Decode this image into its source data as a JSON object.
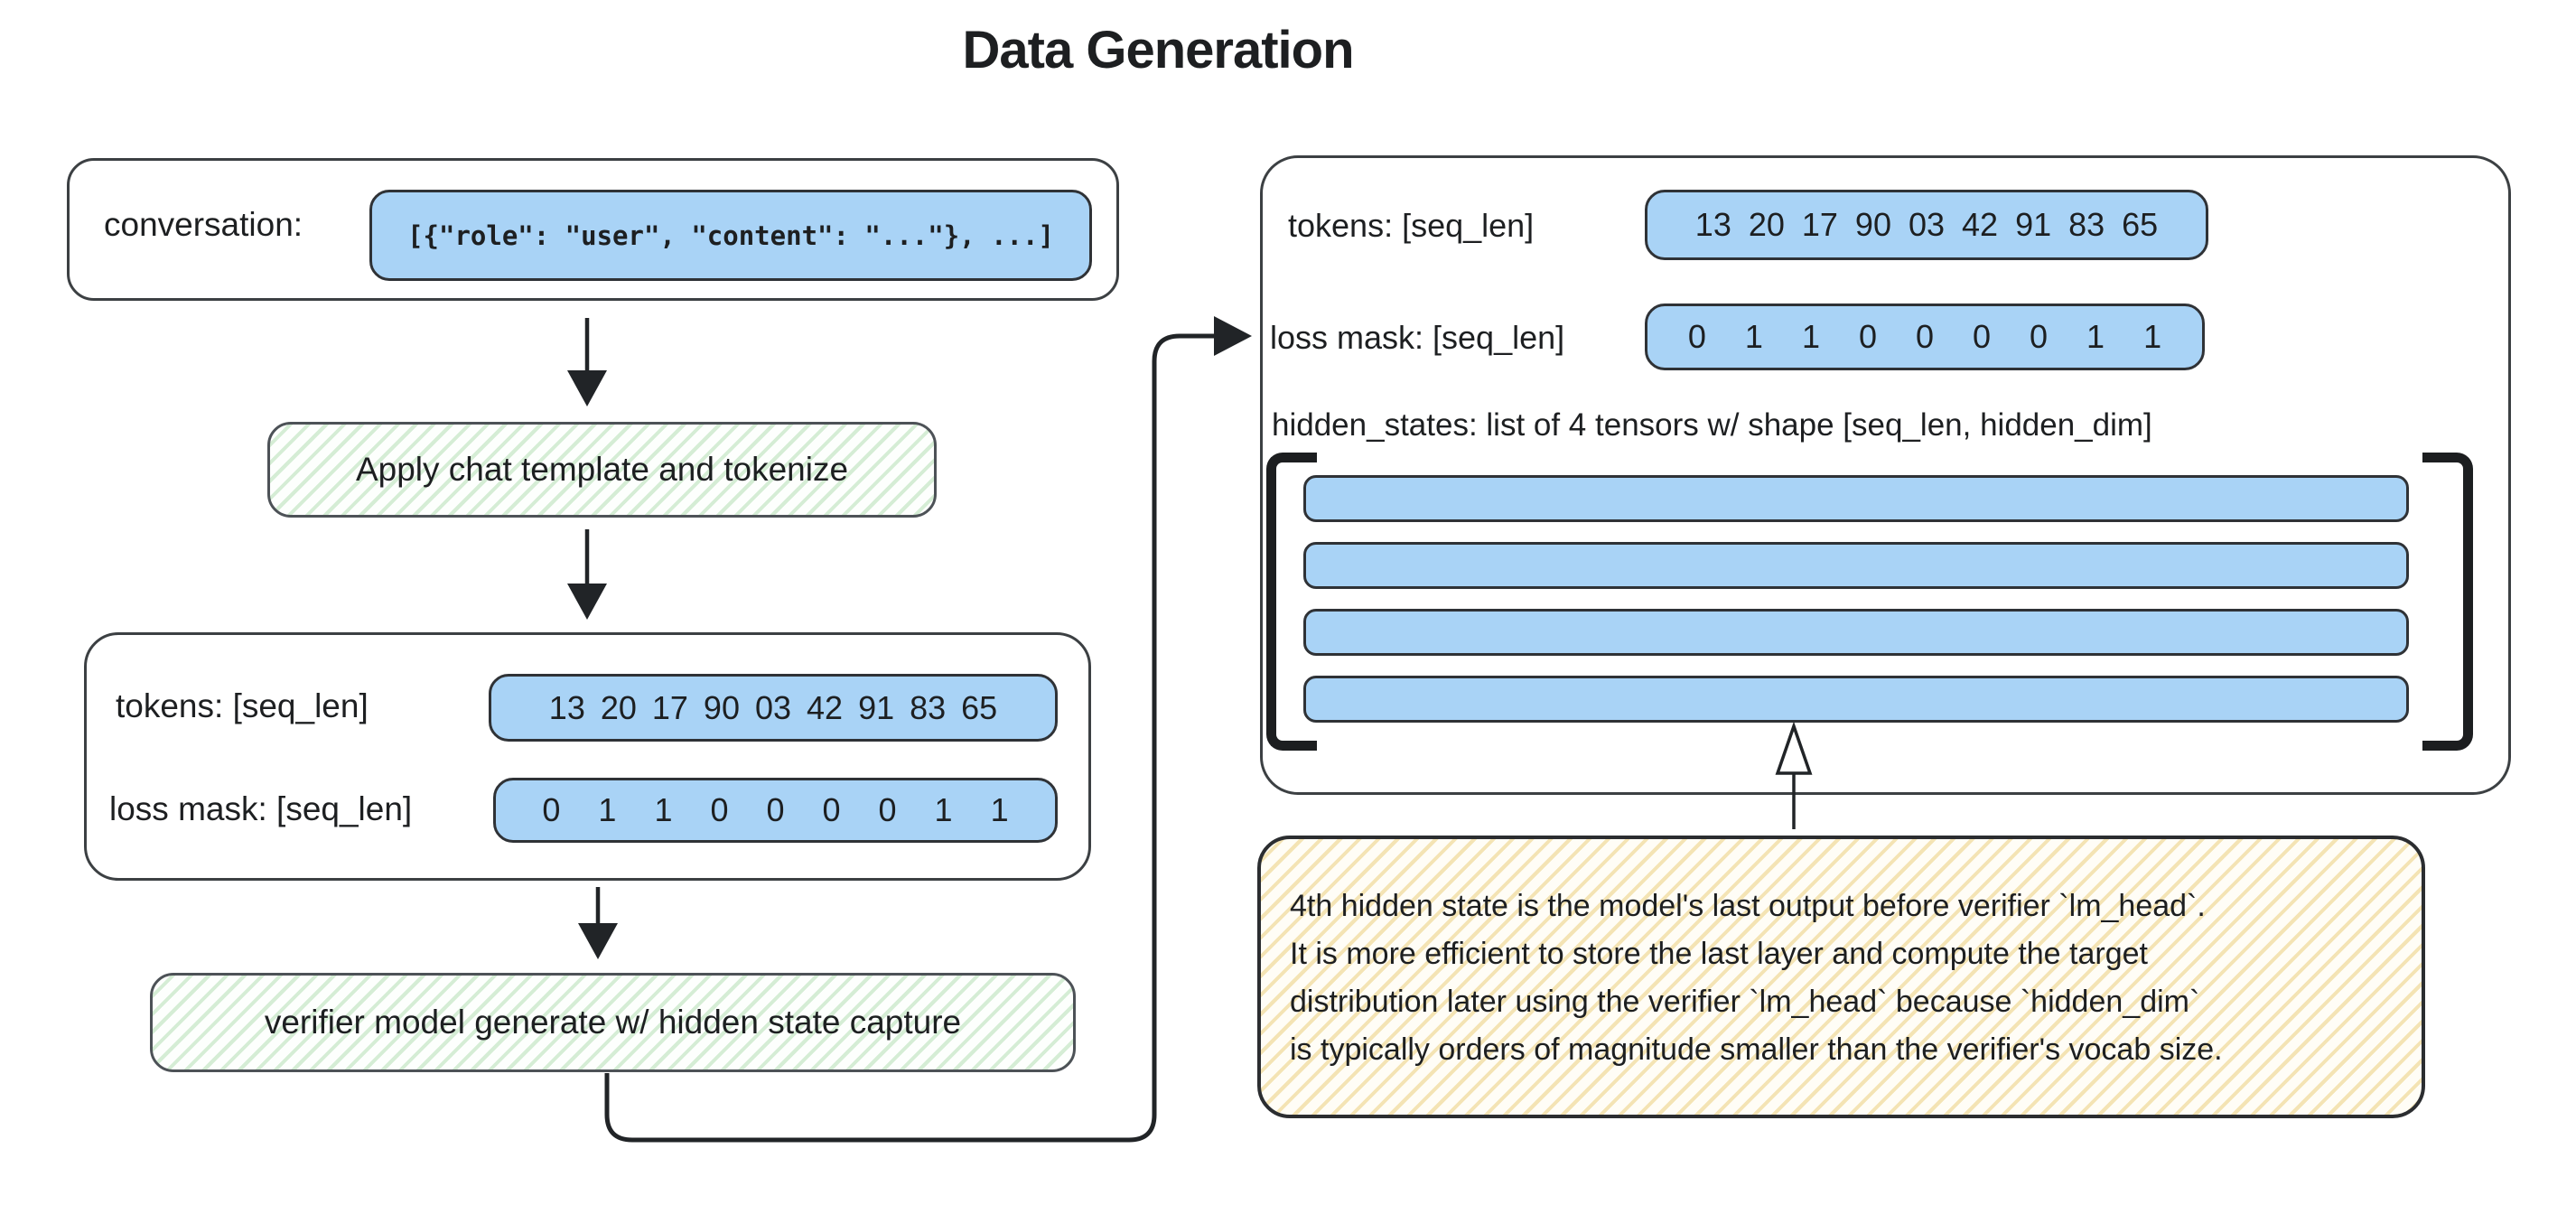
{
  "title": "Data Generation",
  "colors": {
    "blue-fill": "#a9d3f6",
    "ink": "#1d1f21",
    "stroke": "#2f3236",
    "box-border": "#3c4043",
    "green-stripe": "rgba(110,190,110,0.28)",
    "yellow-stripe": "rgba(228,192,88,0.42)"
  },
  "left": {
    "conversation_label": "conversation:",
    "conversation_value": "[{\"role\": \"user\", \"content\": \"...\"}, ...]",
    "step1_label": "Apply chat template and tokenize",
    "tokens_label": "tokens: [seq_len]",
    "tokens_values": "13 20 17 90 03 42 91 83 65",
    "loss_mask_label": "loss mask: [seq_len]",
    "loss_mask_values": "0 1 1 0 0 0 0 1 1",
    "step2_label": "verifier model generate w/ hidden state capture"
  },
  "right": {
    "tokens_label": "tokens: [seq_len]",
    "tokens_values": "13 20 17 90 03 42 91 83 65",
    "loss_mask_label": "loss mask: [seq_len]",
    "loss_mask_values": "0 1 1 0 0 0 0 1 1",
    "hidden_states_label": "hidden_states: list of 4 tensors w/ shape [seq_len, hidden_dim]",
    "num_tensor_bars": 4
  },
  "note": {
    "lines": [
      "4th hidden state is the model's last output before verifier `lm_head`.",
      "It is more efficient to store the last layer and compute the target",
      "distribution later using the verifier `lm_head` because `hidden_dim`",
      "is typically orders of magnitude smaller than the verifier's vocab size."
    ]
  }
}
